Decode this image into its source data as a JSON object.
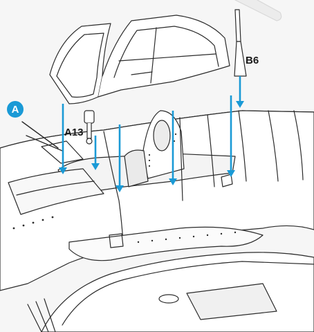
{
  "step": {
    "marker": "A"
  },
  "labels": {
    "antenna_part": "B6",
    "fitting_part": "A13"
  },
  "colors": {
    "arrow": "#1a9ad6",
    "badge": "#1a9ad6",
    "ink": "#2b2b2b",
    "paper": "#f6f6f6"
  }
}
